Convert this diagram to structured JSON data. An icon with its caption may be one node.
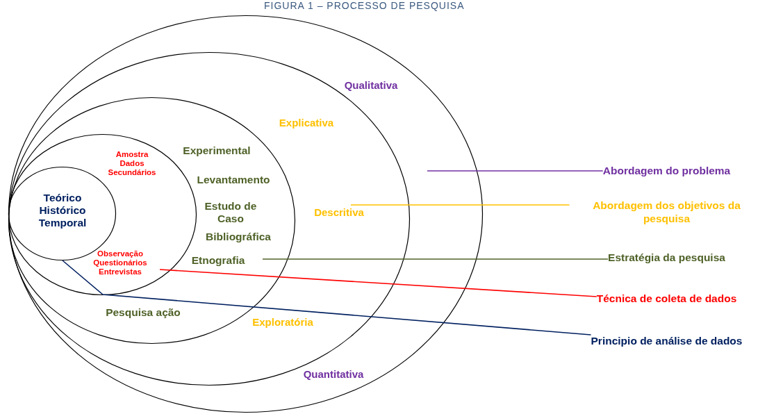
{
  "diagram": {
    "title": "FIGURA 1 – PROCESSO DE PESQUISA",
    "nodes": [
      {
        "text": [
          "Qualitativa",
          "Quantitativa"
        ]
      },
      {
        "text": [
          "Explicativa",
          "Descritiva",
          "Exploratória"
        ],
        "in": 0
      },
      {
        "text": [
          "Experimental",
          "Levantamento",
          "Estudo de Caso",
          "Bibliográfica",
          "Etnografia",
          "Pesquisa ação"
        ],
        "in": 1
      },
      {
        "text": [
          "Amostra Dados Secundários",
          "Observação Questionários Entrevistas"
        ],
        "in": 2
      },
      {
        "text": [
          "Teórico Histórico Temporal"
        ],
        "in": 3
      },
      {
        "text": [
          "Abordagem do problema"
        ]
      },
      {
        "text": [
          "Abordagem dos objetivos da pesquisa"
        ]
      },
      {
        "text": [
          "Estratégia da pesquisa"
        ]
      },
      {
        "text": [
          "Técnica de coleta de dados"
        ]
      },
      {
        "text": [
          "Principio de análise de dados"
        ]
      }
    ],
    "edges": [
      {
        "from": 5,
        "to": 0,
        "arrow": "none",
        "color": "#7030a0"
      },
      {
        "from": 6,
        "to": 1,
        "arrow": "none",
        "color": "#ffc000"
      },
      {
        "from": 7,
        "to": 2,
        "arrow": "none",
        "color": "#4f6228"
      },
      {
        "from": 8,
        "to": 3,
        "arrow": "none",
        "color": "#ff0000"
      },
      {
        "from": 9,
        "to": 4,
        "arrow": "none",
        "color": "#002060"
      }
    ]
  }
}
